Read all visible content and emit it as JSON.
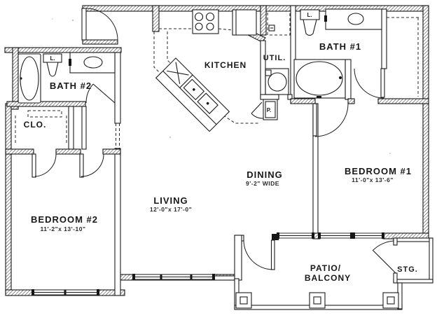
{
  "plan": {
    "title": "two-bedroom apartment floor plan",
    "rooms": {
      "bath2": {
        "label": "BATH #2"
      },
      "clo": {
        "label": "CLO."
      },
      "kitchen": {
        "label": "KITCHEN"
      },
      "util": {
        "label": "UTIL."
      },
      "bath1": {
        "label": "BATH #1"
      },
      "living": {
        "label": "LIVING",
        "dims": "12'-0\"x 17'-0\""
      },
      "dining": {
        "label": "DINING",
        "dims": "9'-2\" WIDE"
      },
      "bedroom2": {
        "label": "BEDROOM #2",
        "dims": "11'-2\"x 13'-10\""
      },
      "bedroom1": {
        "label": "BEDROOM #1",
        "dims": "11'-0\"x 13'-6\""
      },
      "patio": {
        "label_line1": "PATIO/",
        "label_line2": "BALCONY"
      },
      "stg": {
        "label": "STG."
      }
    },
    "fixtures": {
      "lavatory_abbrev_bath2": "L.",
      "lavatory_abbrev_bath1": "L.",
      "pantry_abbrev": "P."
    },
    "colors": {
      "ink": "#1c1c1c",
      "paper": "#ffffff"
    }
  }
}
